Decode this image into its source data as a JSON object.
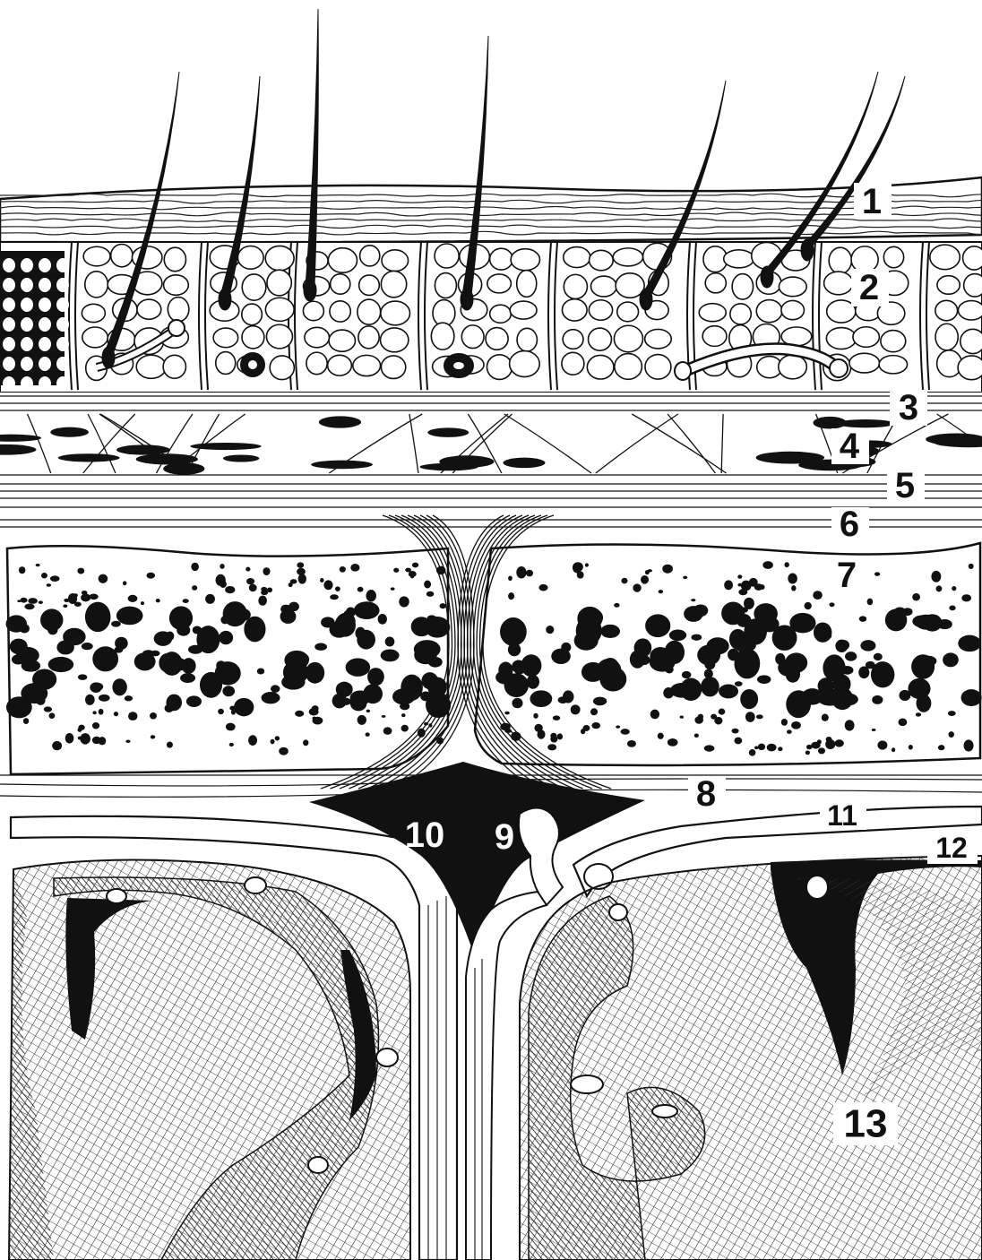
{
  "diagram": {
    "labels": [
      {
        "id": "l1",
        "text": "1"
      },
      {
        "id": "l2",
        "text": "2"
      },
      {
        "id": "l3",
        "text": "3"
      },
      {
        "id": "l4",
        "text": "4"
      },
      {
        "id": "l5",
        "text": "5"
      },
      {
        "id": "l6",
        "text": "6"
      },
      {
        "id": "l7",
        "text": "7"
      },
      {
        "id": "l8",
        "text": "8"
      },
      {
        "id": "l9",
        "text": "9"
      },
      {
        "id": "l10",
        "text": "10"
      },
      {
        "id": "l11",
        "text": "11"
      },
      {
        "id": "l12",
        "text": "12"
      },
      {
        "id": "l13",
        "text": "13"
      }
    ]
  },
  "colors": {
    "ink": "#111111",
    "paper": "#ffffff",
    "shade": "#555555"
  }
}
